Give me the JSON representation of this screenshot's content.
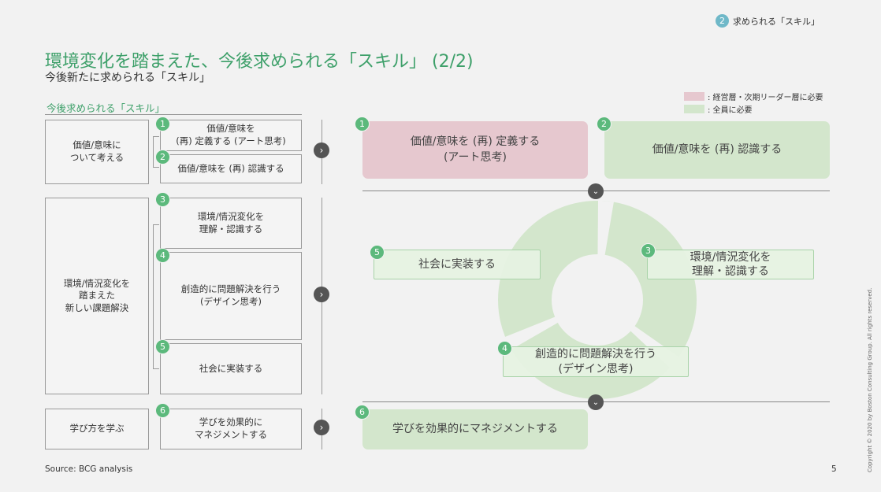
{
  "section_tag": {
    "number": "2",
    "label": "求められる「スキル」"
  },
  "title": "環境変化を踏まえた、今後求められる「スキル」 (2/2)",
  "subtitle": "今後新たに求められる「スキル」",
  "legend": {
    "items": [
      {
        "label": ": 経営層・次期リーダー層に必要",
        "color": "#e6c8cf"
      },
      {
        "label": ": 全員に必要",
        "color": "#d3e6cc"
      }
    ]
  },
  "left": {
    "heading": "今後求められる「スキル」",
    "groups": [
      {
        "label": "価値/意味に\nついて考える"
      },
      {
        "label": "環境/情況変化を\n踏まえた\n新しい課題解決"
      },
      {
        "label": "学び方を学ぶ"
      }
    ],
    "skills": [
      {
        "num": "1",
        "label": "価値/意味を\n(再) 定義する (アート思考)"
      },
      {
        "num": "2",
        "label": "価値/意味を (再) 認識する"
      },
      {
        "num": "3",
        "label": "環境/情況変化を\n理解・認識する"
      },
      {
        "num": "4",
        "label": "創造的に問題解決を行う\n(デザイン思考)"
      },
      {
        "num": "5",
        "label": "社会に実装する"
      },
      {
        "num": "6",
        "label": "学びを効果的に\nマネジメントする"
      }
    ]
  },
  "right": {
    "top": [
      {
        "num": "1",
        "label": "価値/意味を (再) 定義する\n(アート思考)"
      },
      {
        "num": "2",
        "label": "価値/意味を (再) 認識する"
      }
    ],
    "cycle": [
      {
        "num": "5",
        "label": "社会に実装する"
      },
      {
        "num": "3",
        "label": "環境/情況変化を\n理解・認識する"
      },
      {
        "num": "4",
        "label": "創造的に問題解決を行う\n(デザイン思考)"
      }
    ],
    "bottom": {
      "num": "6",
      "label": "学びを効果的にマネジメントする"
    }
  },
  "footer": {
    "source": "Source: BCG analysis",
    "page": "5",
    "copyright": "Copyright © 2020 by Boston Consulting Group. All rights reserved."
  },
  "icons": {
    "arrow_right": "chevron-right-icon",
    "arrow_down": "chevron-down-icon"
  }
}
